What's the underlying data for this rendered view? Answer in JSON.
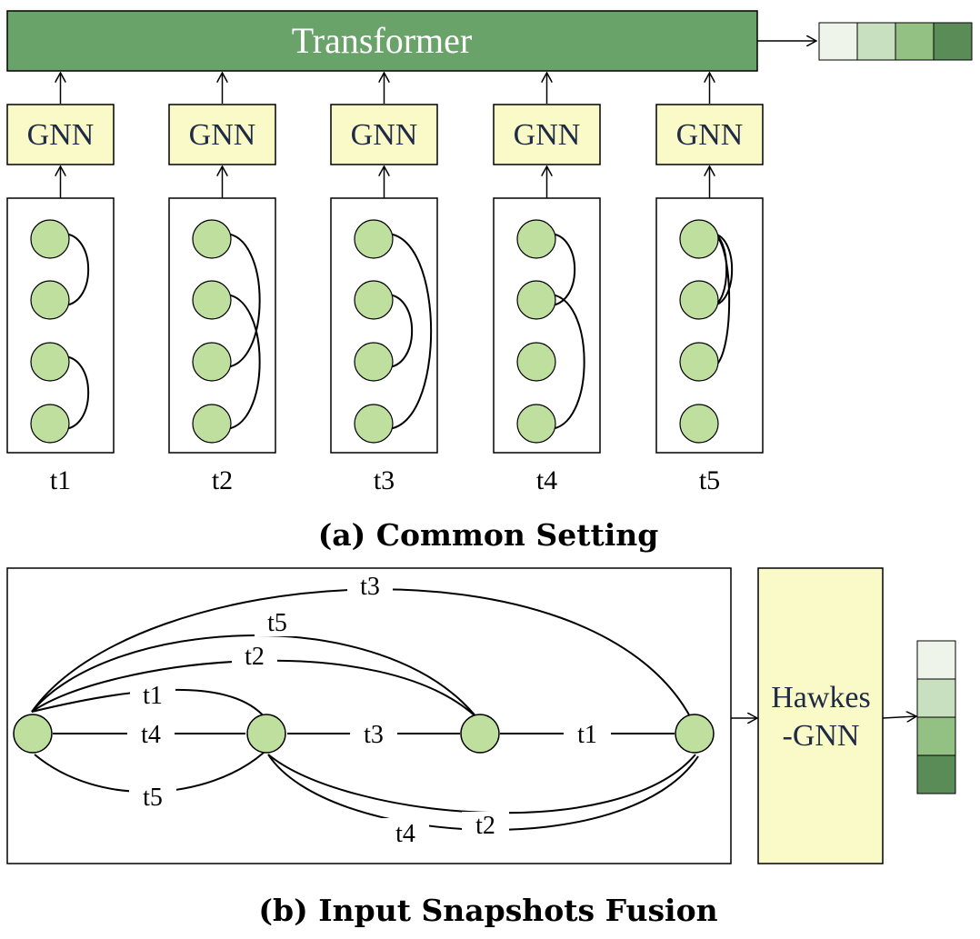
{
  "panel_a": {
    "transformer_label": "Transformer",
    "gnn_label": "GNN",
    "snapshots": [
      {
        "time": "t1",
        "edges": [
          [
            0,
            1
          ],
          [
            2,
            3
          ]
        ]
      },
      {
        "time": "t2",
        "edges": [
          [
            0,
            2
          ],
          [
            1,
            3
          ]
        ]
      },
      {
        "time": "t3",
        "edges": [
          [
            0,
            3
          ],
          [
            1,
            2
          ]
        ]
      },
      {
        "time": "t4",
        "edges": [
          [
            0,
            1
          ],
          [
            1,
            3
          ]
        ]
      },
      {
        "time": "t5",
        "edges": [
          [
            0,
            1
          ],
          [
            0,
            2
          ],
          [
            1,
            0
          ]
        ]
      }
    ],
    "output_colors": [
      "#eef4ea",
      "#c8e0c0",
      "#93c083",
      "#5a8c57"
    ],
    "caption": "(a) Common Setting"
  },
  "panel_b": {
    "hawkes_label_line1": "Hawkes",
    "hawkes_label_line2": "-GNN",
    "edge_labels": {
      "n1_n4_top": "t3",
      "n1_n3_t5": "t5",
      "n1_n3_t2": "t2",
      "n1_n2_t1": "t1",
      "n1_n2_t4": "t4",
      "n1_n2_t5": "t5",
      "n2_n3_t3": "t3",
      "n3_n4_t1": "t1",
      "n2_n4_t2": "t2",
      "n2_n4_t4": "t4"
    },
    "output_colors": [
      "#eef4ea",
      "#c8e0c0",
      "#93c083",
      "#5a8c57"
    ],
    "caption": "(b) Input Snapshots Fusion"
  },
  "colors": {
    "transformer_fill": "#6aa369",
    "gnn_fill": "#fafac8",
    "node_fill": "#bfdf9f",
    "hawkes_fill": "#fafac8",
    "label_dark": "#1f2a44"
  }
}
